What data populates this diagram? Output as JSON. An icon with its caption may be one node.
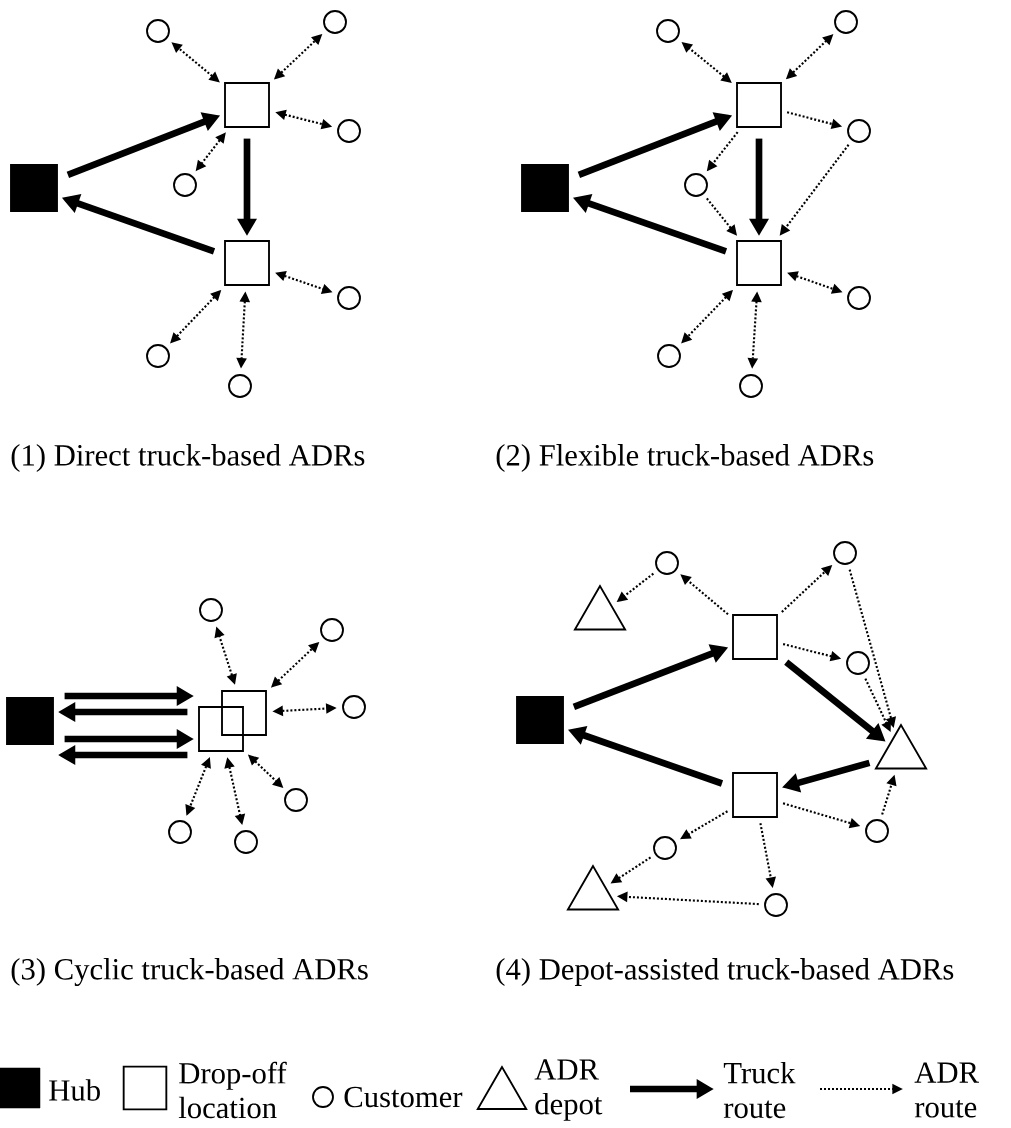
{
  "diagram": {
    "nodes": [
      {
        "text": [],
        "shape": "box"
      },
      {
        "text": [],
        "shape": "box"
      },
      {
        "text": [],
        "shape": "box"
      },
      {
        "text": [],
        "shape": "circle"
      },
      {
        "text": [],
        "shape": "circle"
      },
      {
        "text": [],
        "shape": "circle"
      },
      {
        "text": [],
        "shape": "circle"
      },
      {
        "text": [],
        "shape": "circle"
      },
      {
        "text": [],
        "shape": "circle"
      },
      {
        "text": [],
        "shape": "circle"
      },
      {
        "text": [],
        "shape": "box"
      },
      {
        "text": [],
        "shape": "box"
      },
      {
        "text": [],
        "shape": "box"
      },
      {
        "text": [],
        "shape": "circle"
      },
      {
        "text": [],
        "shape": "circle"
      },
      {
        "text": [],
        "shape": "circle"
      },
      {
        "text": [],
        "shape": "circle"
      },
      {
        "text": [],
        "shape": "circle"
      },
      {
        "text": [],
        "shape": "circle"
      },
      {
        "text": [],
        "shape": "circle"
      },
      {
        "text": [],
        "shape": "box"
      },
      {
        "text": [],
        "shape": "box"
      },
      {
        "text": [],
        "shape": "box"
      },
      {
        "text": [],
        "shape": "circle"
      },
      {
        "text": [],
        "shape": "circle"
      },
      {
        "text": [],
        "shape": "circle"
      },
      {
        "text": [],
        "shape": "circle"
      },
      {
        "text": [],
        "shape": "circle"
      },
      {
        "text": [],
        "shape": "circle"
      },
      {
        "text": [],
        "shape": "box"
      },
      {
        "text": [],
        "shape": "box"
      },
      {
        "text": [],
        "shape": "box"
      },
      {
        "text": [],
        "shape": "triangle"
      },
      {
        "text": [],
        "shape": "triangle"
      },
      {
        "text": [],
        "shape": "triangle"
      },
      {
        "text": [],
        "shape": "circle"
      },
      {
        "text": [],
        "shape": "circle"
      },
      {
        "text": [],
        "shape": "circle"
      },
      {
        "text": [],
        "shape": "circle"
      },
      {
        "text": [],
        "shape": "circle"
      },
      {
        "text": [],
        "shape": "circle"
      }
    ],
    "edges": [
      {
        "from": 0,
        "to": 1,
        "arrow": "to",
        "style": "thick"
      },
      {
        "from": 1,
        "to": 2,
        "arrow": "to",
        "style": "thick"
      },
      {
        "from": 2,
        "to": 0,
        "arrow": "to",
        "style": "thick"
      },
      {
        "from": 1,
        "to": 3,
        "arrow": "both",
        "style": "dashed"
      },
      {
        "from": 1,
        "to": 4,
        "arrow": "both",
        "style": "dashed"
      },
      {
        "from": 1,
        "to": 5,
        "arrow": "both",
        "style": "dashed"
      },
      {
        "from": 1,
        "to": 6,
        "arrow": "both",
        "style": "dashed"
      },
      {
        "from": 2,
        "to": 7,
        "arrow": "both",
        "style": "dashed"
      },
      {
        "from": 2,
        "to": 8,
        "arrow": "both",
        "style": "dashed"
      },
      {
        "from": 2,
        "to": 9,
        "arrow": "both",
        "style": "dashed"
      },
      {
        "from": 10,
        "to": 11,
        "arrow": "to",
        "style": "thick"
      },
      {
        "from": 11,
        "to": 12,
        "arrow": "to",
        "style": "thick"
      },
      {
        "from": 12,
        "to": 10,
        "arrow": "to",
        "style": "thick"
      },
      {
        "from": 11,
        "to": 13,
        "arrow": "both",
        "style": "dashed"
      },
      {
        "from": 11,
        "to": 14,
        "arrow": "both",
        "style": "dashed"
      },
      {
        "from": 11,
        "to": 15,
        "arrow": "to",
        "style": "dashed"
      },
      {
        "from": 11,
        "to": 16,
        "arrow": "to",
        "style": "dashed"
      },
      {
        "from": 16,
        "to": 12,
        "arrow": "to",
        "style": "dashed"
      },
      {
        "from": 15,
        "to": 12,
        "arrow": "to",
        "style": "dashed"
      },
      {
        "from": 12,
        "to": 17,
        "arrow": "both",
        "style": "dashed"
      },
      {
        "from": 12,
        "to": 18,
        "arrow": "both",
        "style": "dashed"
      },
      {
        "from": 12,
        "to": 19,
        "arrow": "both",
        "style": "dashed"
      },
      {
        "from": 20,
        "to": 22,
        "arrow": "to",
        "style": "thick"
      },
      {
        "from": 22,
        "to": 20,
        "arrow": "to",
        "style": "thick"
      },
      {
        "from": 20,
        "to": 22,
        "arrow": "to",
        "style": "thick"
      },
      {
        "from": 22,
        "to": 20,
        "arrow": "to",
        "style": "thick"
      },
      {
        "from": 21,
        "to": 23,
        "arrow": "both",
        "style": "dashed"
      },
      {
        "from": 21,
        "to": 24,
        "arrow": "both",
        "style": "dashed"
      },
      {
        "from": 21,
        "to": 25,
        "arrow": "both",
        "style": "dashed"
      },
      {
        "from": 22,
        "to": 26,
        "arrow": "both",
        "style": "dashed"
      },
      {
        "from": 22,
        "to": 27,
        "arrow": "both",
        "style": "dashed"
      },
      {
        "from": 22,
        "to": 28,
        "arrow": "both",
        "style": "dashed"
      },
      {
        "from": 29,
        "to": 30,
        "arrow": "to",
        "style": "thick"
      },
      {
        "from": 30,
        "to": 32,
        "arrow": "to",
        "style": "thick"
      },
      {
        "from": 32,
        "to": 31,
        "arrow": "to",
        "style": "thick"
      },
      {
        "from": 31,
        "to": 29,
        "arrow": "to",
        "style": "thick"
      },
      {
        "from": 30,
        "to": 35,
        "arrow": "to",
        "style": "dashed"
      },
      {
        "from": 35,
        "to": 33,
        "arrow": "to",
        "style": "dashed"
      },
      {
        "from": 30,
        "to": 36,
        "arrow": "to",
        "style": "dashed"
      },
      {
        "from": 36,
        "to": 32,
        "arrow": "to",
        "style": "dashed"
      },
      {
        "from": 30,
        "to": 37,
        "arrow": "to",
        "style": "dashed"
      },
      {
        "from": 37,
        "to": 32,
        "arrow": "to",
        "style": "dashed"
      },
      {
        "from": 31,
        "to": 38,
        "arrow": "to",
        "style": "dashed"
      },
      {
        "from": 38,
        "to": 32,
        "arrow": "to",
        "style": "dashed"
      },
      {
        "from": 31,
        "to": 39,
        "arrow": "to",
        "style": "dashed"
      },
      {
        "from": 39,
        "to": 34,
        "arrow": "to",
        "style": "dashed"
      },
      {
        "from": 31,
        "to": 40,
        "arrow": "to",
        "style": "dashed"
      },
      {
        "from": 40,
        "to": 34,
        "arrow": "to",
        "style": "dashed"
      }
    ],
    "labels": [
      "(1) Direct truck-based ADRs",
      "(2) Flexible truck-based ADRs",
      "(3) Cyclic truck-based ADRs",
      "(4) Depot-assisted truck-based ADRs"
    ],
    "legend": [
      {
        "text": "Hub"
      },
      {
        "text": "Drop-off location"
      },
      {
        "text": "Customer"
      },
      {
        "text": "ADR depot"
      },
      {
        "text": "Truck route"
      },
      {
        "text": "ADR route"
      }
    ]
  }
}
